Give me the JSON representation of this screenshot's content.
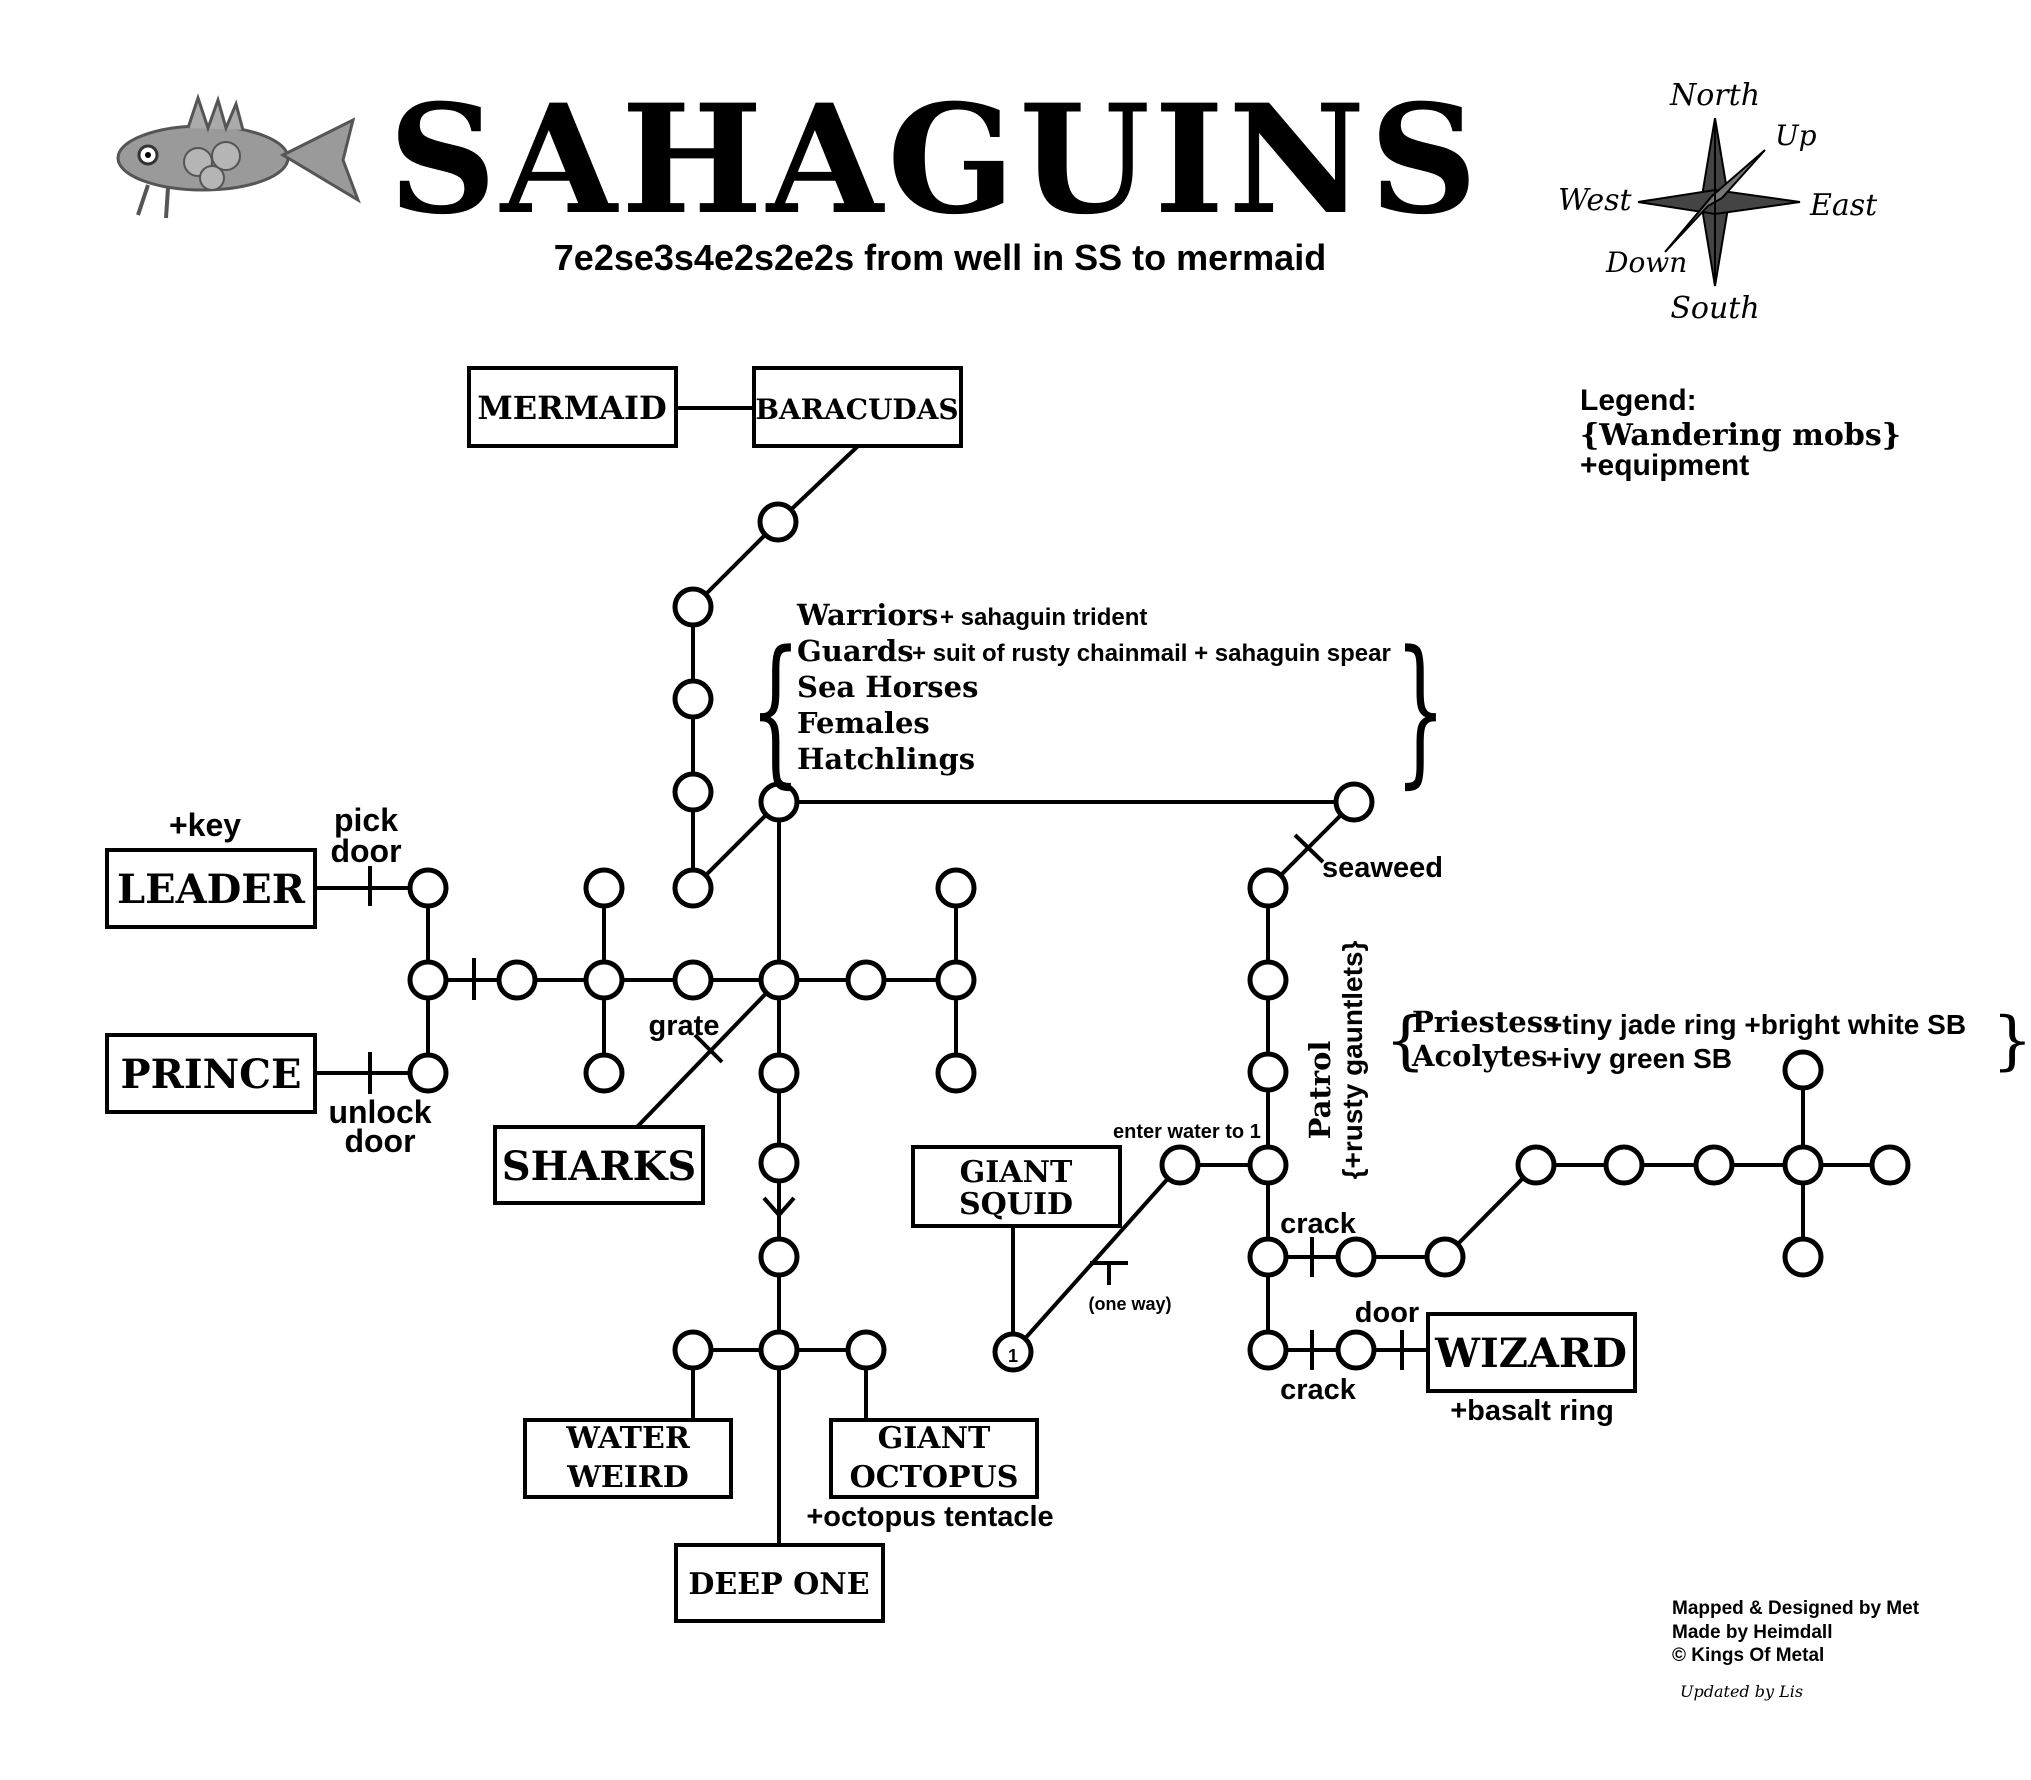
{
  "title": "SAHAGUINS",
  "subtitle": "7e2se3s4e2s2e2s from well in SS to mermaid",
  "compass": {
    "north": "North",
    "south": "South",
    "east": "East",
    "west": "West",
    "up": "Up",
    "down": "Down"
  },
  "legend": {
    "heading": "Legend:",
    "mobs": "{Wandering mobs}",
    "equipment": "+equipment"
  },
  "areas": {
    "mermaid": "MERMAID",
    "baracudas": "BARACUDAS",
    "leader": "LEADER",
    "prince": "PRINCE",
    "sharks": "SHARKS",
    "giant_squid": [
      "GIANT",
      "SQUID"
    ],
    "water_weird": [
      "WATER",
      "WEIRD"
    ],
    "giant_octopus": [
      "GIANT",
      "OCTOPUS"
    ],
    "deep_one": "DEEP ONE",
    "wizard": "WIZARD"
  },
  "wandering": {
    "warriors_name": "Warriors",
    "warriors_equip": "+ sahaguin trident",
    "guards_name": "Guards",
    "guards_equip": "+ suit of rusty chainmail + sahaguin spear",
    "seahorses": "Sea Horses",
    "females": "Females",
    "hatchlings": "Hatchlings"
  },
  "priest_group": {
    "priestess_name": "Priestess",
    "priestess_equip": "+tiny jade ring +bright white SB",
    "acolytes_name": "Acolytes",
    "acolytes_equip": "+ivy green SB"
  },
  "patrol": {
    "name": "Patrol",
    "equip": "{+rusty gauntlets}"
  },
  "labels": {
    "key": "+key",
    "pick_door": [
      "pick",
      "door"
    ],
    "unlock_door": [
      "unlock",
      "door"
    ],
    "grate": "grate",
    "seaweed": "seaweed",
    "enter_water": "enter water  to 1",
    "one_way": "(one way)",
    "crack_top": "crack",
    "crack_bottom": "crack",
    "door": "door",
    "basalt_ring": "+basalt ring",
    "octopus_tentacle": "+octopus tentacle",
    "room_one": "1"
  },
  "credits": {
    "line1": "Mapped & Designed by Met",
    "line2": "Made by Heimdall",
    "line3": "© Kings Of Metal",
    "updated": "Updated by Lis"
  },
  "colors": {
    "room_outline": "#000000",
    "lines": "#000000",
    "fish": "#8a8a8a"
  }
}
